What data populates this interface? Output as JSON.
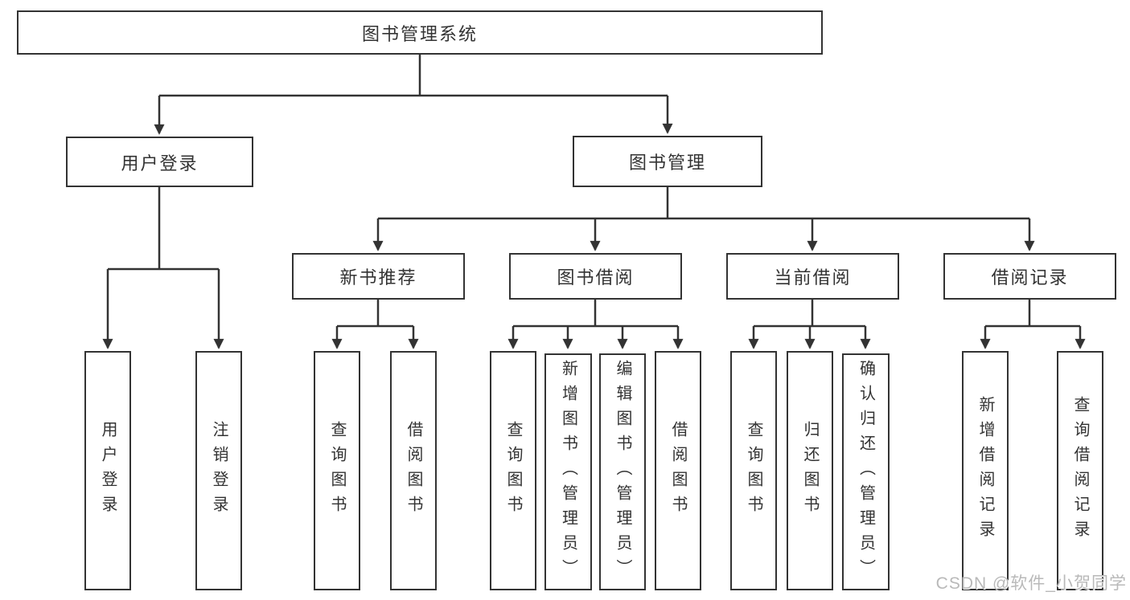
{
  "diagram": {
    "type": "hierarchy",
    "tree": {
      "root": {
        "label": "图书管理系统",
        "children": [
          {
            "label": "用户登录",
            "children": [
              {
                "label": "用户登录"
              },
              {
                "label": "注销登录"
              }
            ]
          },
          {
            "label": "图书管理",
            "children": [
              {
                "label": "新书推荐",
                "children": [
                  {
                    "label": "查询图书"
                  },
                  {
                    "label": "借阅图书"
                  }
                ]
              },
              {
                "label": "图书借阅",
                "children": [
                  {
                    "label": "查询图书"
                  },
                  {
                    "label": "新增图书（管理员）"
                  },
                  {
                    "label": "编辑图书（管理员）"
                  },
                  {
                    "label": "借阅图书"
                  }
                ]
              },
              {
                "label": "当前借阅",
                "children": [
                  {
                    "label": "查询图书"
                  },
                  {
                    "label": "归还图书"
                  },
                  {
                    "label": "确认归还（管理员）"
                  }
                ]
              },
              {
                "label": "借阅记录",
                "children": [
                  {
                    "label": "新增借阅记录"
                  },
                  {
                    "label": "查询借阅记录"
                  }
                ]
              }
            ]
          }
        ]
      }
    },
    "colors": {
      "line": "#333333",
      "text": "#333333",
      "background": "#ffffff",
      "watermark": "#b9b9b9"
    }
  },
  "watermark": {
    "text": "CSDN @软件_小贺同学"
  }
}
